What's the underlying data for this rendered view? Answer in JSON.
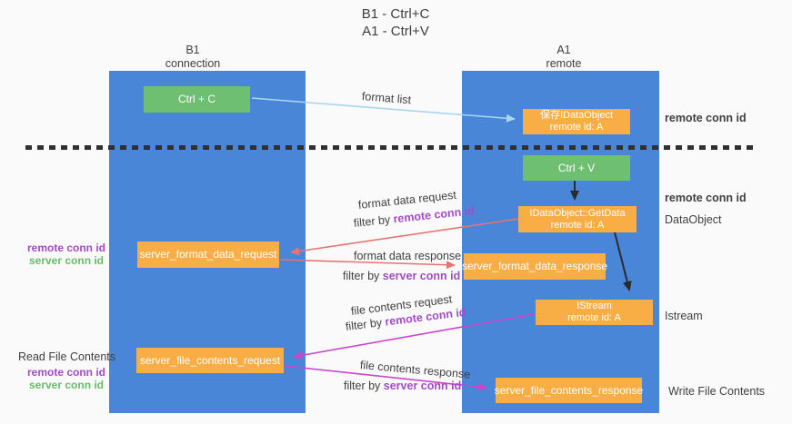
{
  "title": {
    "line1": "B1 - Ctrl+C",
    "line2": "A1 - Ctrl+V"
  },
  "columns": {
    "left": {
      "name": "B1",
      "subtitle": "connection"
    },
    "right": {
      "name": "A1",
      "subtitle": "remote"
    }
  },
  "nodes": {
    "ctrl_c": {
      "label": "Ctrl + C"
    },
    "save_idataobject": {
      "line1": "保存IDataObject",
      "line2": "remote id: A"
    },
    "ctrl_v": {
      "label": "Ctrl + V"
    },
    "getdata": {
      "line1": "IDataObject::GetData",
      "line2": "remote id: A"
    },
    "format_request": {
      "label": "server_format_data_request"
    },
    "format_response": {
      "label": "server_format_data_response"
    },
    "istream": {
      "line1": "IStream",
      "line2": "remote id: A"
    },
    "file_request": {
      "label": "server_file_contents_request"
    },
    "file_response": {
      "label": "server_file_contents_response"
    }
  },
  "arrow_labels": {
    "format_list": "format list",
    "format_data_request": "format data request",
    "format_data_response": "format data response",
    "file_contents_request": "file contents request",
    "file_contents_response": "file contents response",
    "filter_by": "filter by ",
    "remote_conn_id": "remote conn id",
    "server_conn_id": "server conn id"
  },
  "annotations": {
    "right_top_remote_conn_id": "remote conn id",
    "right_mid_remote_conn_id": "remote conn id",
    "dataobject": "DataObject",
    "istream": "Istream",
    "write_file_contents": "Write File Contents",
    "read_file_contents": "Read File Contents",
    "left_mid": {
      "line1": "remote conn id",
      "line2": "server conn id"
    },
    "left_bottom": {
      "line1": "remote conn id",
      "line2": "server conn id"
    }
  },
  "colors": {
    "background": "#fafafa",
    "lane_blue": "#4a86d8",
    "node_green": "#6fbf72",
    "node_orange": "#f9ae45",
    "arrow_lightblue": "#a9d5f2",
    "arrow_red": "#e8736f",
    "arrow_magenta": "#cb44cb",
    "arrow_black": "#2b2b2b",
    "text_purple": "#a24bc4",
    "text_green": "#67bd6a",
    "text_dark": "#3f3f3f",
    "divider": "#303030"
  }
}
